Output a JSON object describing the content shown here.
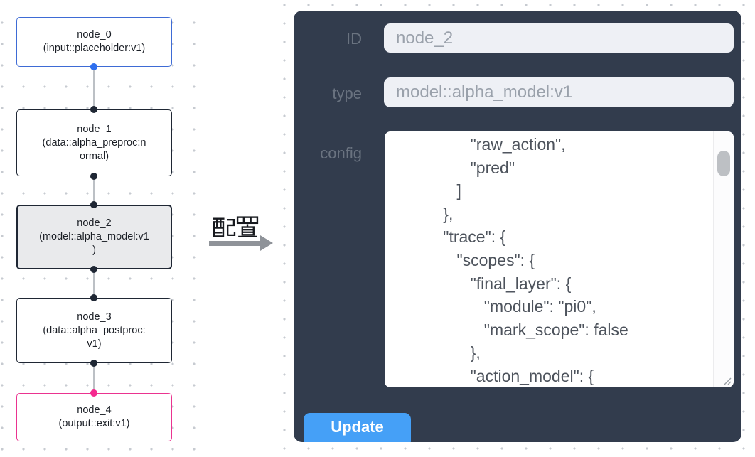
{
  "canvas": {
    "nodes": [
      {
        "id": "node_0",
        "kind": "input",
        "lines": [
          "node_0",
          "(input::placeholder:v1)",
          ""
        ]
      },
      {
        "id": "node_1",
        "kind": "default",
        "lines": [
          "node_1",
          "(data::alpha_preproc:n",
          "ormal)"
        ]
      },
      {
        "id": "node_2",
        "kind": "selected",
        "lines": [
          "node_2",
          "(model::alpha_model:v1",
          ")"
        ]
      },
      {
        "id": "node_3",
        "kind": "default",
        "lines": [
          "node_3",
          "(data::alpha_postproc:",
          "v1)"
        ]
      },
      {
        "id": "node_4",
        "kind": "output",
        "lines": [
          "node_4",
          "(output::exit:v1)",
          ""
        ]
      }
    ],
    "transition_label": "配置"
  },
  "panel": {
    "id_field": {
      "label": "ID",
      "value": "node_2"
    },
    "type_field": {
      "label": "type",
      "value": "model::alpha_model:v1"
    },
    "config_field": {
      "label": "config",
      "value": "                 \"raw_action\",\n                 \"pred\"\n              ]\n           },\n           \"trace\": {\n              \"scopes\": {\n                 \"final_layer\": {\n                    \"module\": \"pi0\",\n                    \"mark_scope\": false\n                 },\n                 \"action_model\": {"
    },
    "update_button": "Update"
  },
  "colors": {
    "panel_bg": "#323c4d",
    "input_bg": "#eef0f5",
    "input_text": "#9aa1ab",
    "label_text": "#6a7380",
    "button_blue": "#45a0f7",
    "node_border": "#1f2734",
    "node_input_border": "#3e6bd5",
    "node_output_border": "#ea3390",
    "node_selected_fill": "#e9eaec",
    "handle_blue": "#2e6fee",
    "handle_dark": "#1f2734",
    "handle_pink": "#f5298f",
    "edge_gray": "#bcc0c5",
    "arrow_gray": "#8f9399"
  }
}
